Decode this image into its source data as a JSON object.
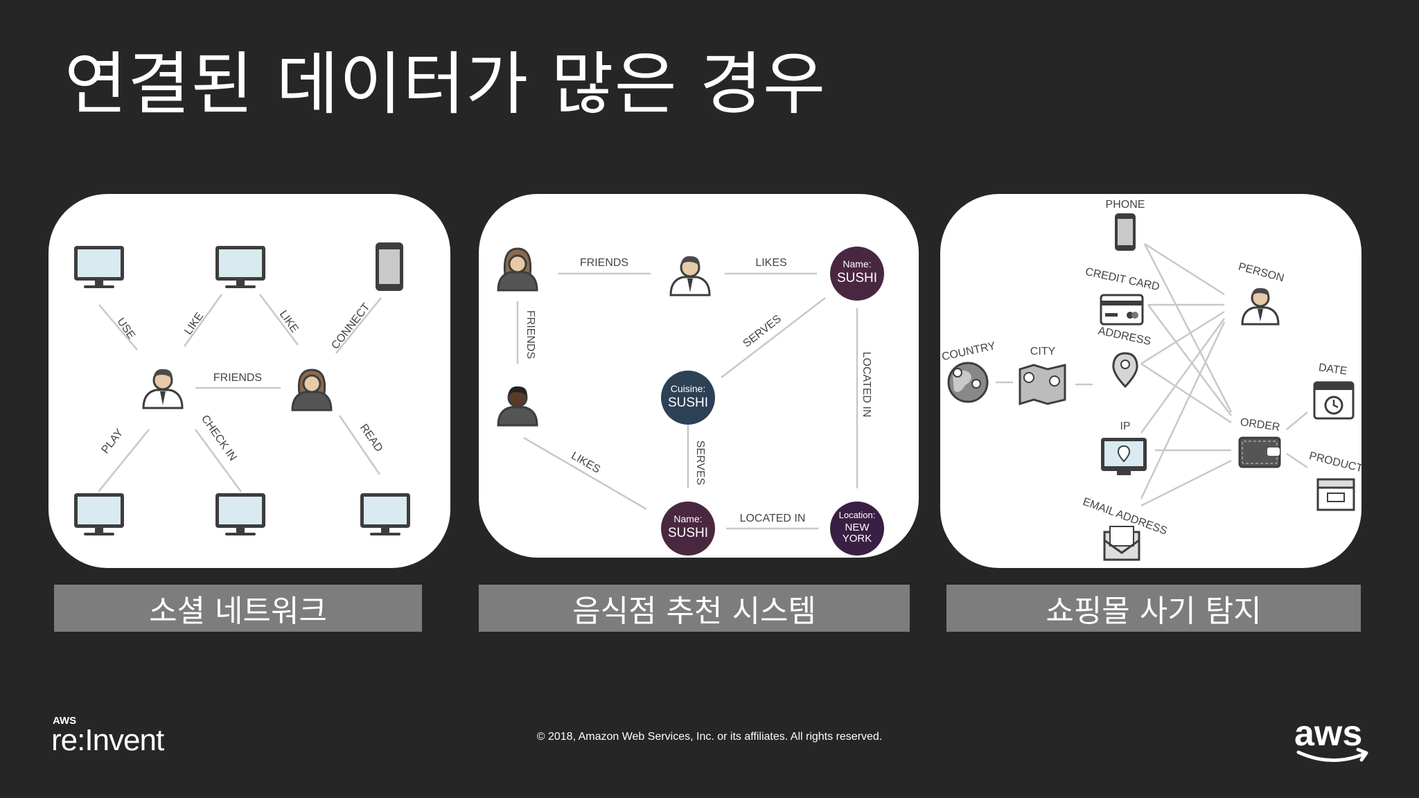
{
  "title": "연결된 데이터가 많은 경우",
  "panels": [
    {
      "caption": "소셜 네트워크",
      "edge_labels": {
        "use": "USE",
        "like1": "LIKE",
        "like2": "LIKE",
        "connect": "CONNECT",
        "friends": "FRIENDS",
        "play": "PLAY",
        "checkin": "CHECK IN",
        "read": "READ"
      },
      "icons": [
        "monitor-icon",
        "monitor-icon",
        "phone-icon",
        "man-icon",
        "woman-icon",
        "monitor-icon",
        "monitor-icon",
        "monitor-icon"
      ]
    },
    {
      "caption": "음식점 추천 시스템",
      "edge_labels": {
        "friends_h": "FRIENDS",
        "likes_top": "LIKES",
        "friends_v": "FRIENDS",
        "serves_diag": "SERVES",
        "located_in_v": "LOCATED IN",
        "serves_v": "SERVES",
        "likes_diag": "LIKES",
        "located_in_h": "LOCATED IN"
      },
      "nodes": {
        "sushi_top": {
          "key": "Name:",
          "value": "SUSHI",
          "color": "#4a2740"
        },
        "cuisine": {
          "key": "Cuisine:",
          "value": "SUSHI",
          "color": "#2d4156"
        },
        "sushi_bottom": {
          "key": "Name:",
          "value": "SUSHI",
          "color": "#4a2740"
        },
        "location": {
          "key": "Location:",
          "value1": "NEW",
          "value2": "YORK",
          "color": "#3a1f44"
        }
      }
    },
    {
      "caption": "쇼핑몰 사기 탐지",
      "node_labels": {
        "phone": "PHONE",
        "credit_card": "CREDIT CARD",
        "person": "PERSON",
        "country": "COUNTRY",
        "city": "CITY",
        "address": "ADDRESS",
        "date": "DATE",
        "ip": "IP",
        "order": "ORDER",
        "product": "PRODUCT",
        "email": "EMAIL ADDRESS"
      }
    }
  ],
  "footer": {
    "aws_small": "AWS",
    "reinvent": "re:Invent",
    "copyright": "© 2018, Amazon Web Services, Inc. or its affiliates. All rights reserved.",
    "aws_logo": "aws"
  },
  "colors": {
    "background": "#262626",
    "caption_bg": "#7d7d7d",
    "edge": "#c8c8c8",
    "screen": "#d9eaf1"
  }
}
